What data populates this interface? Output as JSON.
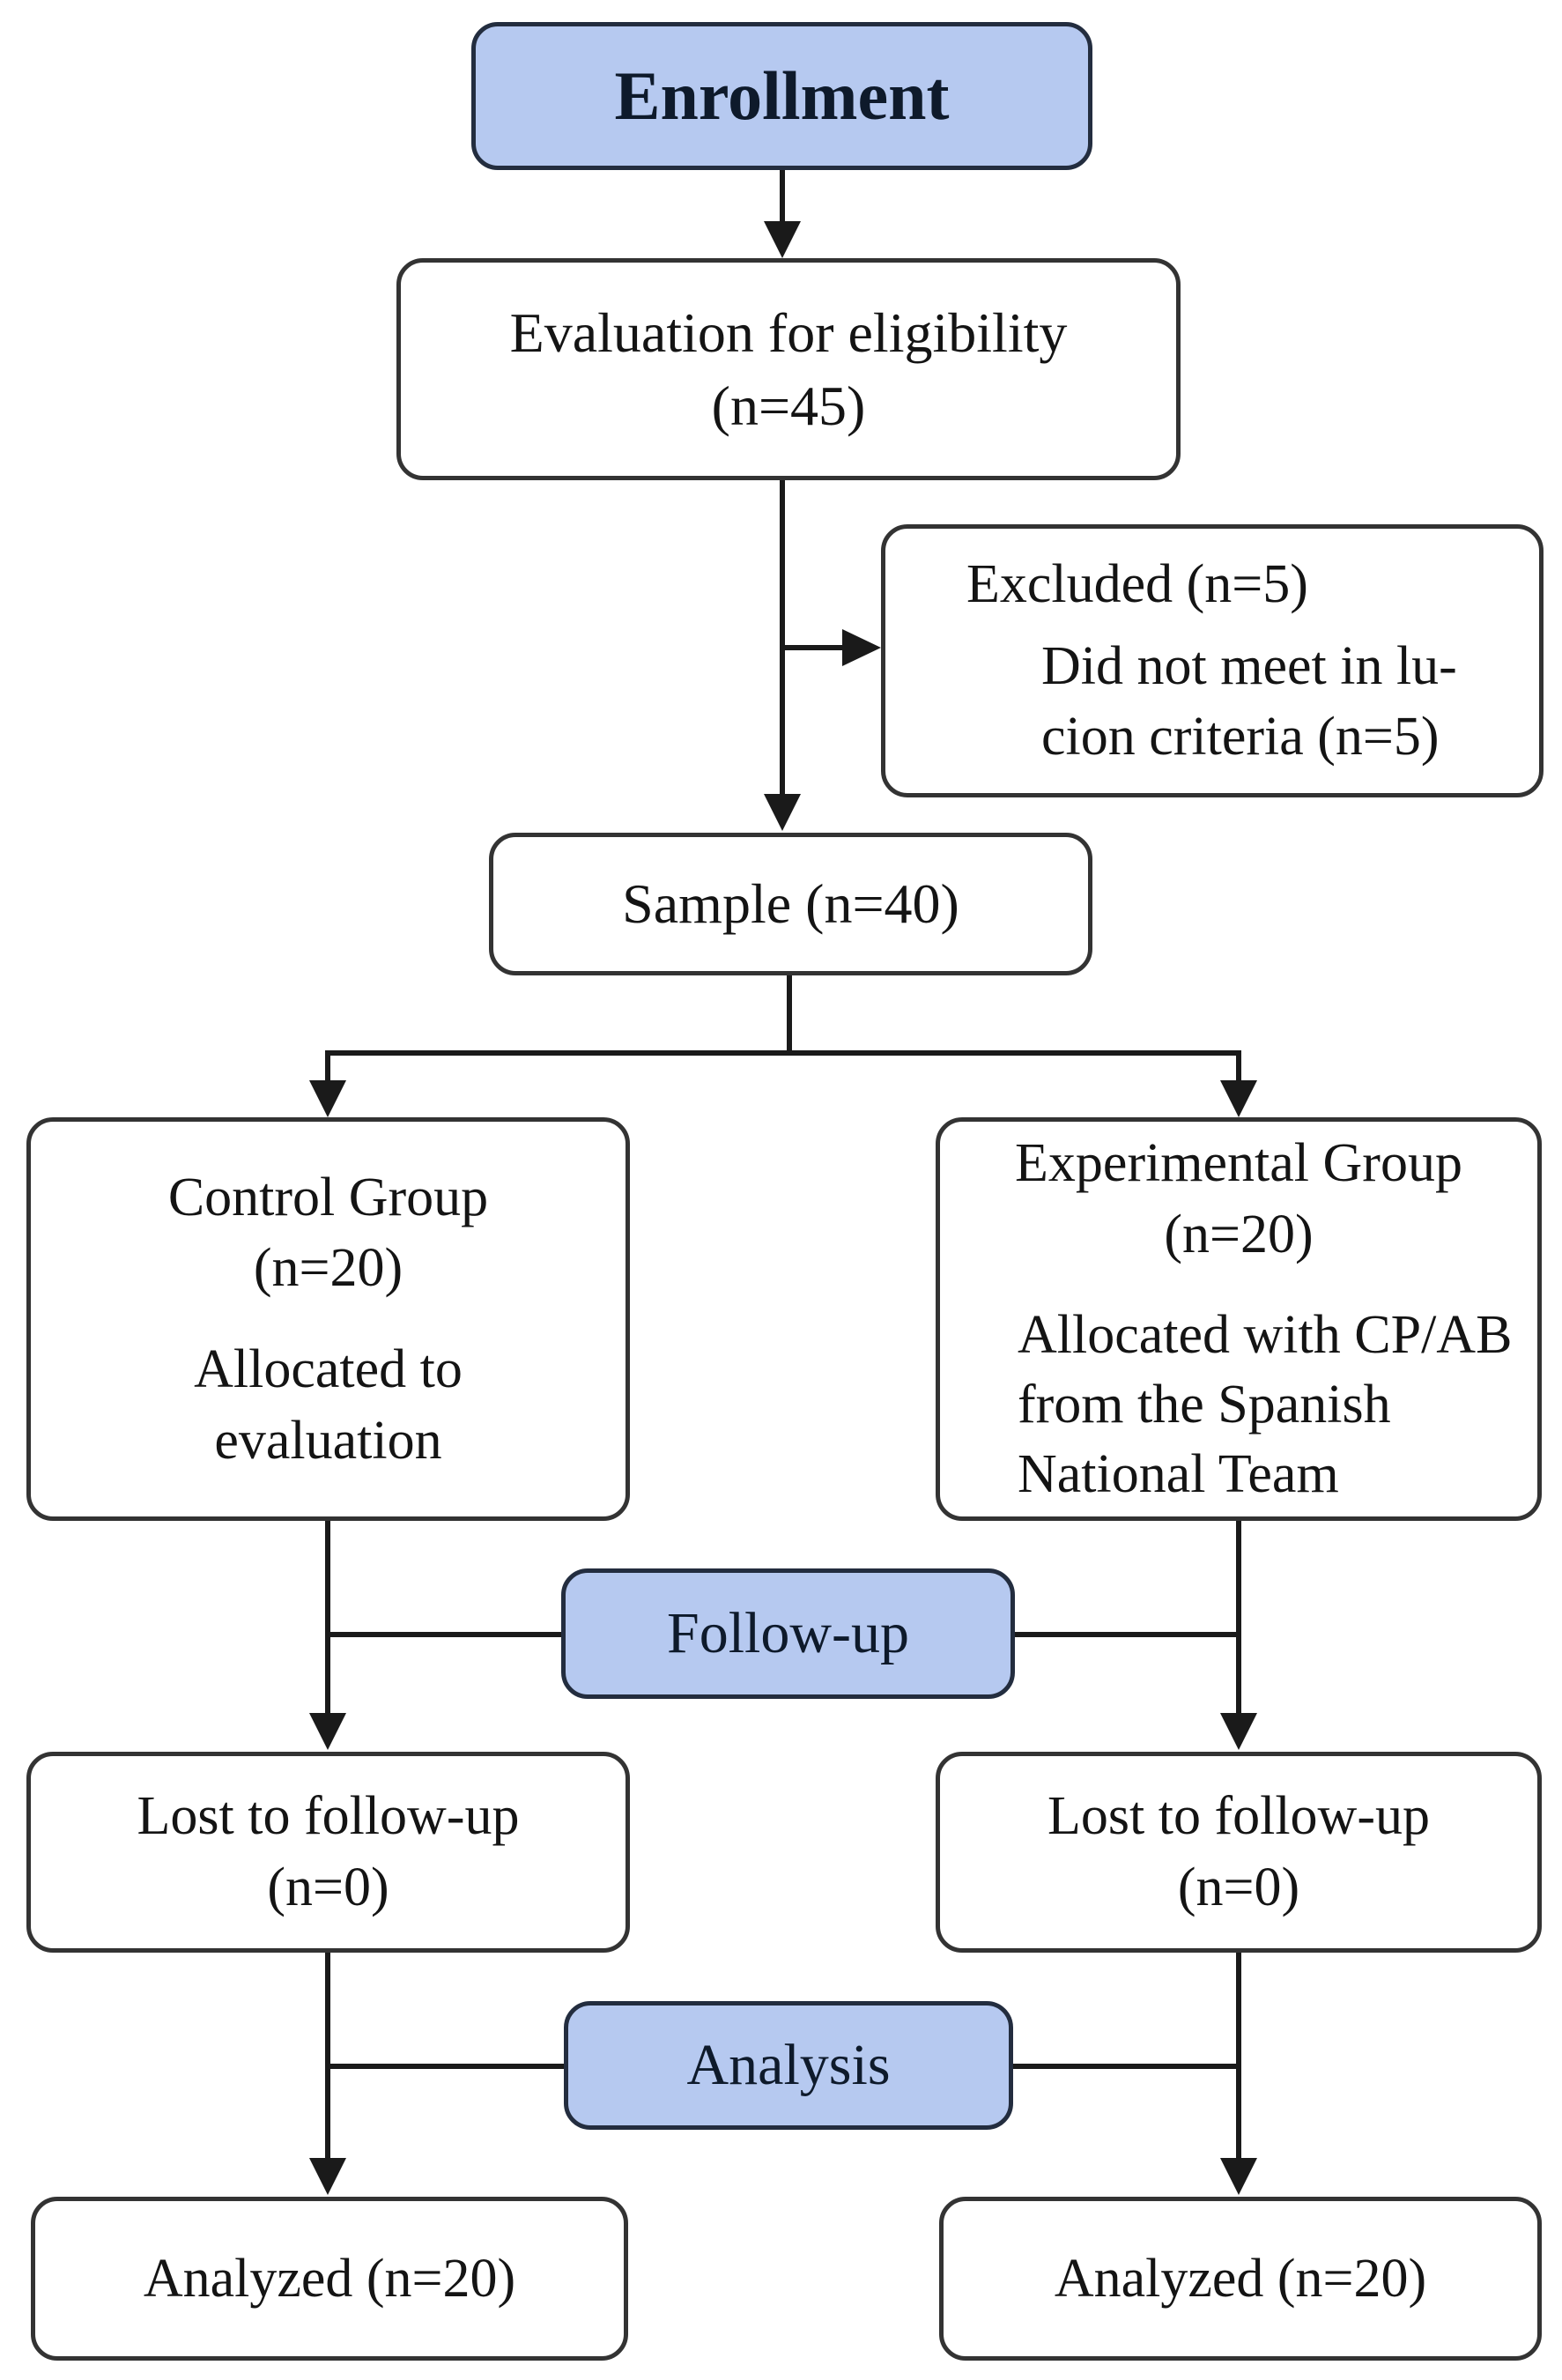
{
  "colors": {
    "background": "#ffffff",
    "stage_fill": "#b6c9f0",
    "stage_border": "#232d3f",
    "box_fill": "#ffffff",
    "box_border": "#333333",
    "line": "#1a1a1a",
    "text": "#141414"
  },
  "nodes": {
    "enrollment": {
      "label": "Enrollment"
    },
    "evaluation": {
      "line1": "Evaluation for eligibility",
      "line2": "(n=45)"
    },
    "excluded": {
      "line1": "Excluded (n=5)",
      "line2": "Did not meet in lu-",
      "line3": "cion criteria (n=5)"
    },
    "sample": {
      "label": "Sample (n=40)"
    },
    "control_group": {
      "title": "Control Group",
      "count": "(n=20)",
      "desc1": "Allocated to",
      "desc2": "evaluation"
    },
    "experimental_group": {
      "title": "Experimental Group",
      "count": "(n=20)",
      "desc1": "Allocated with CP/AB",
      "desc2": "from the Spanish",
      "desc3": "National Team"
    },
    "follow_up": {
      "label": "Follow-up"
    },
    "lost_left": {
      "line1": "Lost to follow-up",
      "line2": "(n=0)"
    },
    "lost_right": {
      "line1": "Lost to follow-up",
      "line2": "(n=0)"
    },
    "analysis": {
      "label": "Analysis"
    },
    "analyzed_left": {
      "label": "Analyzed (n=20)"
    },
    "analyzed_right": {
      "label": "Analyzed (n=20)"
    }
  }
}
